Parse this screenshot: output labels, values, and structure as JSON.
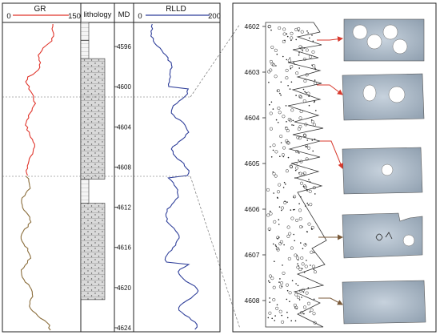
{
  "log_panel": {
    "gr_header": {
      "name": "GR",
      "min": "0",
      "max": "150",
      "color": "#e0352b"
    },
    "lithology_header": "lithology",
    "md_header": "MD",
    "rlld_header": {
      "name": "RLLD",
      "min": "0",
      "max": "200",
      "color": "#2f3f9a"
    },
    "gr_lower_color": "#8a6d3b",
    "depth_ticks": [
      "4596",
      "4600",
      "4604",
      "4608",
      "4612",
      "4616",
      "4620",
      "4624"
    ],
    "depth_range": [
      4593.6,
      4624.4
    ],
    "marked_depths": [
      4600,
      4608
    ],
    "lithology_blocks": [
      [
        4593.6,
        4595.4
      ],
      [
        4595.4,
        4597.2
      ],
      [
        4597.2,
        4609.2
      ],
      [
        4609.2,
        4611.6
      ],
      [
        4611.6,
        4621.2
      ]
    ]
  },
  "core_panel": {
    "depth_ticks": [
      "4602",
      "4603",
      "4604",
      "4605",
      "4606",
      "4607",
      "4608"
    ],
    "sample_count": 5,
    "arrow_colors": [
      "#d83a2e",
      "#d83a2e",
      "#d83a2e",
      "#7a5a3a",
      "#7a5a3a"
    ]
  }
}
